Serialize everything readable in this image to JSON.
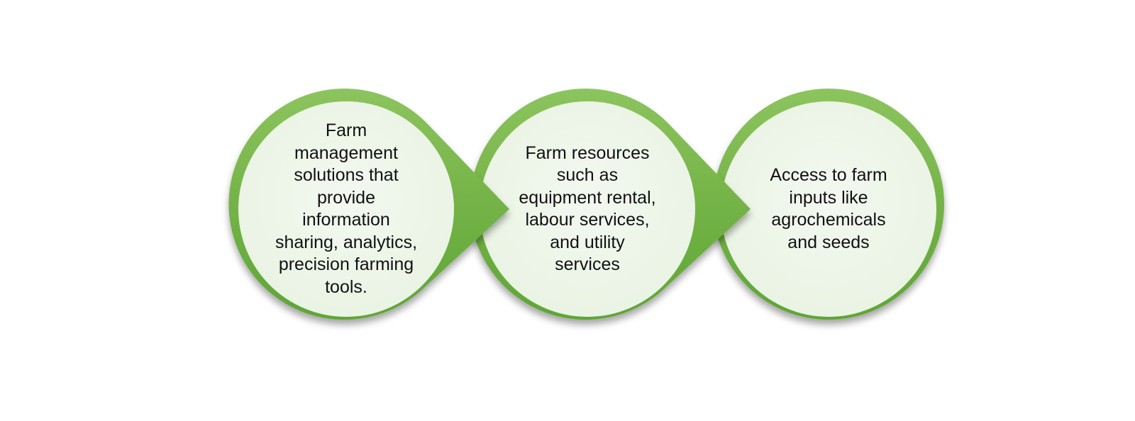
{
  "diagram": {
    "steps": [
      {
        "text": "Farm\nmanagement\nsolutions that\nprovide\ninformation\nsharing, analytics,\nprecision farming\ntools."
      },
      {
        "text": "Farm resources\nsuch as\nequipment rental,\nlabour services,\nand utility\nservices"
      },
      {
        "text": "Access to farm\ninputs like\nagrochemicals\nand seeds"
      }
    ]
  },
  "colors": {
    "ring_green": "#6fb042",
    "ring_green_light": "#8cc45e",
    "ring_green_dark": "#4f9a28",
    "circle_fill": "#eef5ea",
    "text": "#111111"
  }
}
